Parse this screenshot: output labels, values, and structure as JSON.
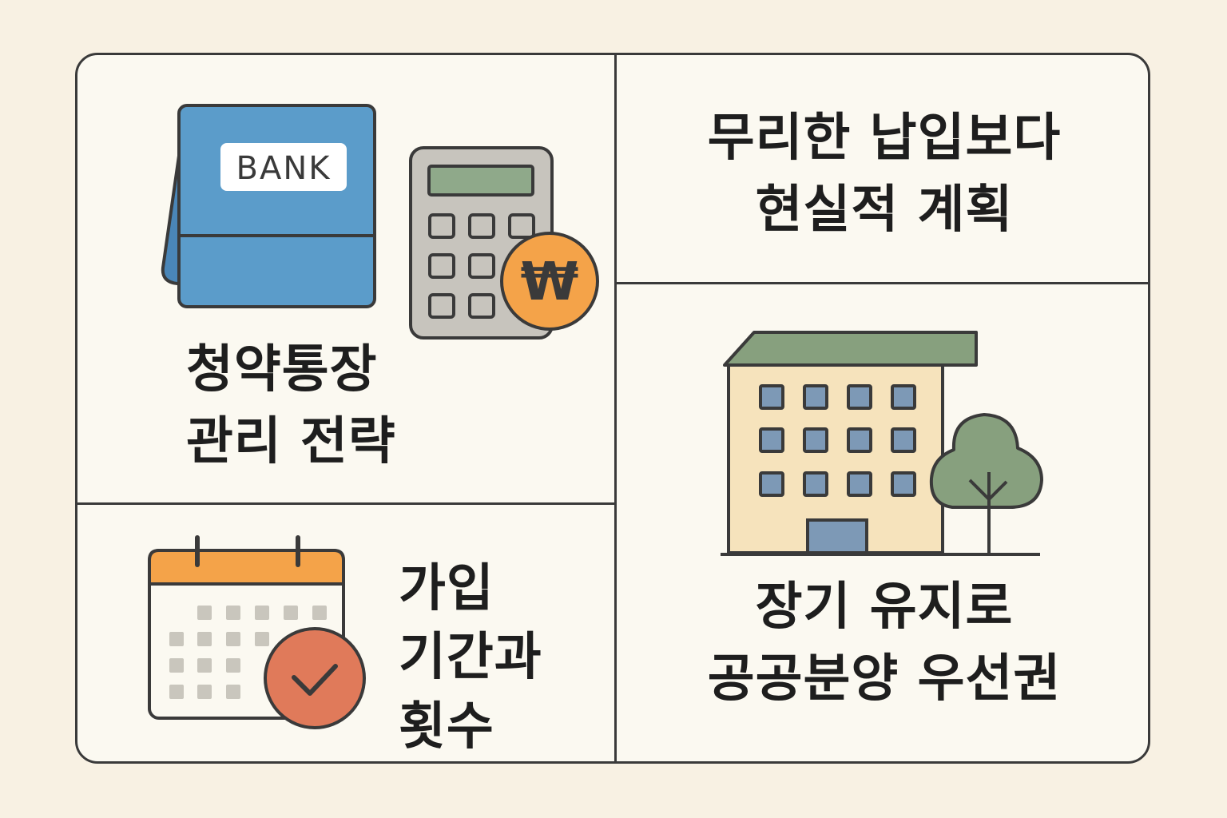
{
  "panels": {
    "account": {
      "heading_line1": "청약통장",
      "heading_line2": "관리 전략",
      "bank_label": "BANK",
      "currency_symbol": "₩",
      "icons": [
        "bankbook-icon",
        "calculator-icon",
        "won-coin-icon"
      ]
    },
    "plan": {
      "heading_line1": "무리한 납입보다",
      "heading_line2": "현실적 계획"
    },
    "period": {
      "heading_line1": "가입",
      "heading_line2": "기간과",
      "heading_line3": "횟수",
      "icons": [
        "calendar-icon",
        "check-badge-icon"
      ]
    },
    "priority": {
      "heading_line1": "장기 유지로",
      "heading_line2": "공공분양 우선권",
      "icons": [
        "apartment-building-icon",
        "tree-icon"
      ]
    }
  },
  "colors": {
    "background": "#f8f1e3",
    "panel": "#fbf9f1",
    "outline": "#3a3a3a",
    "bankbook_blue": "#5b9cca",
    "calculator_gray": "#c7c4bd",
    "calculator_screen": "#8fa98a",
    "coin_orange": "#f4a349",
    "calendar_header": "#f4a349",
    "check_badge": "#e07a5a",
    "building": "#f6e3bc",
    "building_roof": "#87a07e",
    "window_blue": "#7d99b6",
    "tree_green": "#87a07e"
  }
}
